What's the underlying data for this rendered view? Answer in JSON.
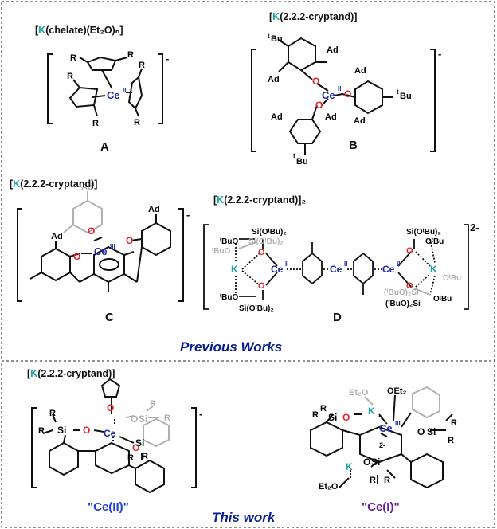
{
  "salts": {
    "a": {
      "k": "K",
      "rest": "(chelate)(Et₂O)ₙ]",
      "open": "["
    },
    "b": {
      "k": "K",
      "rest": "(2.2.2-cryptand)]",
      "open": "["
    },
    "c": {
      "k": "K",
      "rest": "(2.2.2-cryptand)]",
      "open": "["
    },
    "d": {
      "k": "K",
      "rest": "(2.2.2-cryptand)]₂",
      "open": "["
    },
    "e": {
      "k": "K",
      "rest": "(2.2.2-cryptand)]",
      "open": "["
    }
  },
  "compounds": {
    "A": "A",
    "B": "B",
    "C": "C",
    "D": "D"
  },
  "sections": {
    "previous": "Previous Works",
    "this": "This work"
  },
  "names": {
    "ce2": "\"Ce(II)\"",
    "ce1": "\"Ce(I)\""
  },
  "charges": {
    "minus": "-",
    "two_minus": "2-"
  },
  "atoms": {
    "Ce": "Ce",
    "CeII": "II",
    "CeIII": "III",
    "O": "O",
    "K": "K",
    "R": "R",
    "Ad": "Ad",
    "tBu": "Bu",
    "t": "t",
    "Si": "Si",
    "Et2O": "Et₂O",
    "OEt2": "OEt₂",
    "SiOtBu2": "Si(OᵗBu)₂",
    "OtBu": "OᵗBu",
    "tBuO": "ᵗBuO",
    "tBuO2Si": "(ᵗBuO)₂Si",
    "two_minus_ring": "2-"
  },
  "colors": {
    "k": "#1fa3a3",
    "o": "#e0262d",
    "ce": "#1c2aa8",
    "grey": "#b0b0b0",
    "section": "#0a1f8f",
    "ce2": "#1f3fd0",
    "ce1": "#6a1f8f"
  }
}
